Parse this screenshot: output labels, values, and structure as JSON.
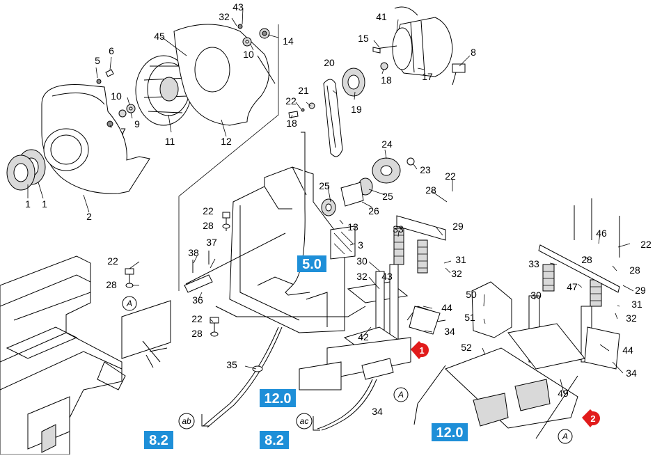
{
  "colors": {
    "section_box": "#1e8fd8",
    "callout": "#e11b1b",
    "line": "#000000"
  },
  "part_labels": {
    "p1a": "1",
    "p1b": "1",
    "p2": "2",
    "p3": "3",
    "p5": "5",
    "p6": "6",
    "p7": "7",
    "p8": "8",
    "p9": "9",
    "p10a": "10",
    "p10b": "10",
    "p11": "11",
    "p12": "12",
    "p13": "13",
    "p14": "14",
    "p15": "15",
    "p17": "17",
    "p18a": "18",
    "p18b": "18",
    "p19": "19",
    "p20": "20",
    "p21": "21",
    "p22a": "22",
    "p22b": "22",
    "p22c": "22",
    "p22d": "22",
    "p22e": "22",
    "p23": "23",
    "p24": "24",
    "p25a": "25",
    "p25b": "25",
    "p26": "26",
    "p28a": "28",
    "p28b": "28",
    "p28c": "28",
    "p28d": "28",
    "p28e": "28",
    "p28f": "28",
    "p29a": "29",
    "p29b": "29",
    "p30a": "30",
    "p30b": "30",
    "p31a": "31",
    "p31b": "31",
    "p32a": "32",
    "p32b": "32",
    "p32c": "32",
    "p33a": "33",
    "p33b": "33",
    "p34a": "34",
    "p34b": "34",
    "p34c": "34",
    "p35": "35",
    "p36": "36",
    "p37": "37",
    "p38": "38",
    "p41": "41",
    "p42": "42",
    "p43a": "43",
    "p43b": "43",
    "p44a": "44",
    "p44b": "44",
    "p45": "45",
    "p46": "46",
    "p47": "47",
    "p49": "49",
    "p50": "50",
    "p51": "51",
    "p52": "52"
  },
  "section_refs": {
    "s50": "5.0",
    "s120a": "12.0",
    "s120b": "12.0",
    "s82a": "8.2",
    "s82b": "8.2"
  },
  "circle_refs": {
    "cA1": "A",
    "cA2": "A",
    "cA3": "A",
    "cab": "ab",
    "cac": "ac"
  },
  "callouts": {
    "c1": "1",
    "c2": "2"
  }
}
